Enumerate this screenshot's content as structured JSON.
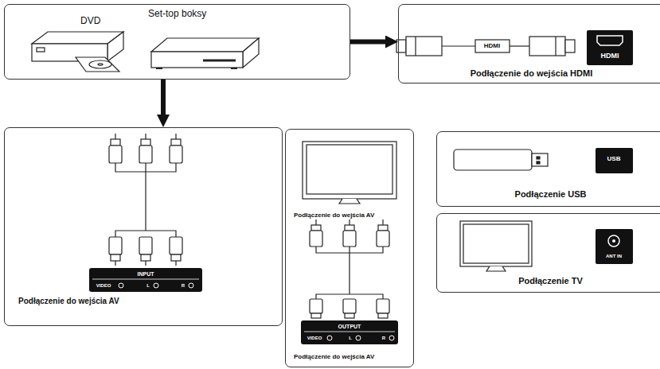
{
  "diagram": {
    "nodes": [
      {
        "text": [
          "DVD",
          "Set-top boksy"
        ]
      },
      {
        "text": [
          "Podłączenie do wejścia HDMI"
        ]
      },
      {
        "text": [
          "Podłączenie do wejścia AV"
        ]
      },
      {
        "text": [
          "Podłączenie do wejścia AV",
          "Podłączenie do wejścia AV"
        ]
      },
      {
        "text": [
          "Podłączenie USB"
        ]
      },
      {
        "text": [
          "Podłączenie TV"
        ]
      }
    ],
    "edges": [
      {
        "from": 0,
        "to": 1,
        "arrow": "to"
      },
      {
        "from": 0,
        "to": 2,
        "arrow": "to"
      }
    ],
    "labels": [
      "HDMI",
      "HDMI",
      "INPUT",
      "VIDEO",
      "L",
      "R",
      "OUTPUT",
      "VIDEO",
      "L",
      "R",
      "USB",
      "ANT IN"
    ]
  }
}
